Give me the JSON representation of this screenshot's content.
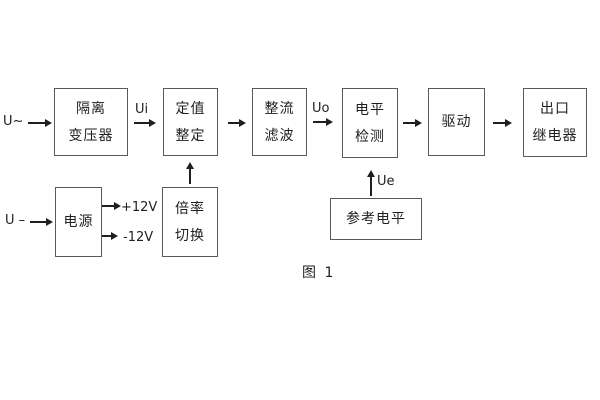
{
  "figure_caption": "图 1",
  "colors": {
    "background": "#ffffff",
    "box_border": "#5a5a5a",
    "text": "#1f1f1f",
    "connector_line": "#1f1f1f"
  },
  "blocks": {
    "isolation_transformer": {
      "line1": "隔离",
      "line2": "变压器"
    },
    "setting_adjustment": {
      "line1": "定值",
      "line2": "整定"
    },
    "rectifier_filter": {
      "line1": "整流",
      "line2": "滤波"
    },
    "level_detection": {
      "line1": "电平",
      "line2": "检测"
    },
    "driver": {
      "label": "驱动"
    },
    "output_relay": {
      "line1": "出口",
      "line2": "继电器"
    },
    "power_supply": {
      "label": "电源"
    },
    "ratio_switching": {
      "line1": "倍率",
      "line2": "切换"
    },
    "reference_level": {
      "label": "参考电平"
    }
  },
  "signals": {
    "ac_input": "U~",
    "dc_input": "U –",
    "ui": "Ui",
    "uo": "Uo",
    "ue": "Ue",
    "plus_12v": "+12V",
    "minus_12v": "-12V"
  }
}
